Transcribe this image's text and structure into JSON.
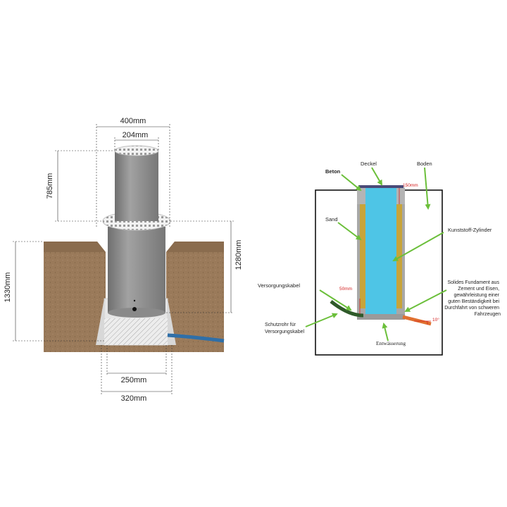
{
  "left_diagram": {
    "dimensions": {
      "top_outer_width": "400mm",
      "inner_width": "204mm",
      "visible_height": "785mm",
      "total_height_right": "1280mm",
      "total_height_left": "1330mm",
      "base_inner_width": "250mm",
      "base_outer_width": "320mm"
    }
  },
  "right_diagram": {
    "labels": {
      "beton": "Beton",
      "deckel": "Deckel",
      "boden": "Boden",
      "sand": "Sand",
      "cylinder": "Kunststoff-Zylinder",
      "supply_cable": "Versorgungskabel",
      "protective_pipe": [
        "Schutzrohr für",
        "Versorgungskabel"
      ],
      "foundation": [
        "Solides Fundament aus",
        "Zement und Eisen,",
        "gewährleistung einer",
        "guten Beständigkeit bei",
        "Durchfahrt von schweren",
        "Fahrzeugen"
      ],
      "drainage": "Entwässerung"
    },
    "measurements": {
      "top_gap": "150mm",
      "bottom_gap": "50mm",
      "angle": "10°"
    }
  },
  "colors": {
    "soil": "#9a7a5a",
    "soil_dark": "#7d6246",
    "cylinder": "#8f8f8f",
    "concrete": "#e6e6e6",
    "sand": "#c8a43a",
    "plastic_cylinder": "#4ec5e6",
    "cable": "#2f6fa8",
    "drain_pipe": "#e07030",
    "arrow": "#6bbf3a"
  }
}
